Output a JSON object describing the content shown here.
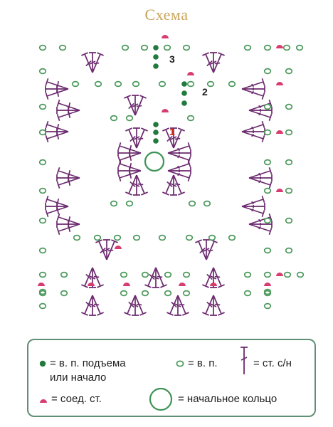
{
  "title": "Схема",
  "round_labels": [
    "1",
    "2",
    "3"
  ],
  "colors": {
    "chain_green": "#4d9a5d",
    "lift_green": "#1f7a3c",
    "stitch_purple": "#6b2a6e",
    "slip_pink": "#d83c6e",
    "label_red": "#cc2a1a",
    "label_black": "#1a1a1a",
    "title_gold": "#c9a45a",
    "frame_green": "#5f8f74"
  },
  "legend": {
    "lift_chain": "= в. п. подъема",
    "lift_chain_or_start": "или начало",
    "chain": "= в. п.",
    "double_crochet": "= ст. с/н",
    "slip_stitch": "= соед. ст.",
    "magic_ring": "= начальное кольцо"
  },
  "symbols": {
    "lift_chain": "filled-green-dot-icon",
    "chain": "open-green-oval-icon",
    "double_crochet": "purple-tstitch-icon",
    "slip_stitch": "pink-halfmoon-icon",
    "magic_ring": "green-ring-icon"
  }
}
